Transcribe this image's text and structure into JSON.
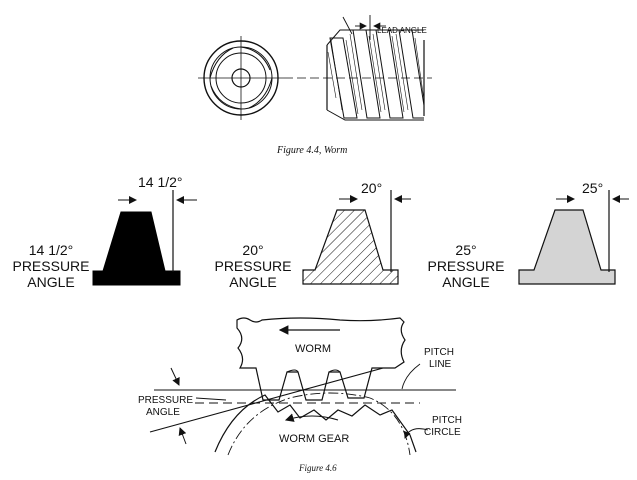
{
  "figure_44": {
    "lead_angle_label": "LEAD ANGLE",
    "caption": "Figure 4.4, Worm"
  },
  "pressure_angles": [
    {
      "angle_label": "14 1/2°",
      "name_lines": [
        "14 1/2°",
        "PRESSURE",
        "ANGLE"
      ],
      "fill": "#000000"
    },
    {
      "angle_label": "20°",
      "name_lines": [
        "20°",
        "PRESSURE",
        "ANGLE"
      ],
      "fill": "hatched"
    },
    {
      "angle_label": "25°",
      "name_lines": [
        "25°",
        "PRESSURE",
        "ANGLE"
      ],
      "fill": "#d4d4d4"
    }
  ],
  "figure_46": {
    "worm_label": "WORM",
    "pitch_line_label": [
      "PITCH",
      "LINE"
    ],
    "pressure_angle_label": [
      "PRESSURE",
      "ANGLE"
    ],
    "worm_gear_label": "WORM GEAR",
    "pitch_circle_label": [
      "PITCH",
      "CIRCLE"
    ],
    "caption": "Figure 4.6"
  },
  "colors": {
    "ink": "#111111",
    "gray_tooth": "#d4d4d4"
  }
}
